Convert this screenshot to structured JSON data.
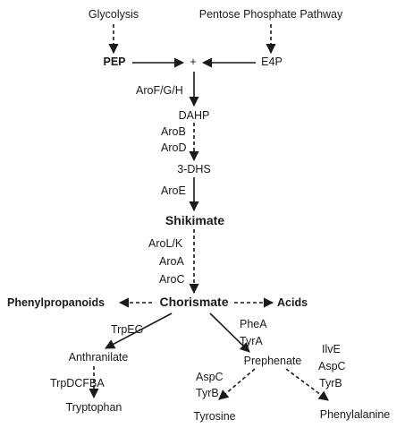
{
  "nodes": {
    "glycolysis": "Glycolysis",
    "ppp": "Pentose Phosphate Pathway",
    "pep": "PEP",
    "plus": "+",
    "e4p": "E4P",
    "dahp": "DAHP",
    "dhs": "3-DHS",
    "shikimate": "Shikimate",
    "chorismate": "Chorismate",
    "phenylpropanoids": "Phenylpropanoids",
    "acids": "Acids",
    "anthranilate": "Anthranilate",
    "tryptophan": "Tryptophan",
    "prephenate": "Prephenate",
    "tyrosine": "Tyrosine",
    "phenylalanine": "Phenylalanine"
  },
  "enzymes": {
    "arofgh": "AroF/G/H",
    "arob": "AroB",
    "arod": "AroD",
    "aroe": "AroE",
    "arolk": "AroL/K",
    "aroa": "AroA",
    "aroc": "AroC",
    "trpeg": "TrpEG",
    "trpdcfba": "TrpDCFBA",
    "phea": "PheA",
    "tyra": "TyrA",
    "aspc_tyr": "AspC",
    "tyrb_tyr": "TyrB",
    "ilve": "IlvE",
    "aspc_phe": "AspC",
    "tyrb_phe": "TyrB"
  }
}
